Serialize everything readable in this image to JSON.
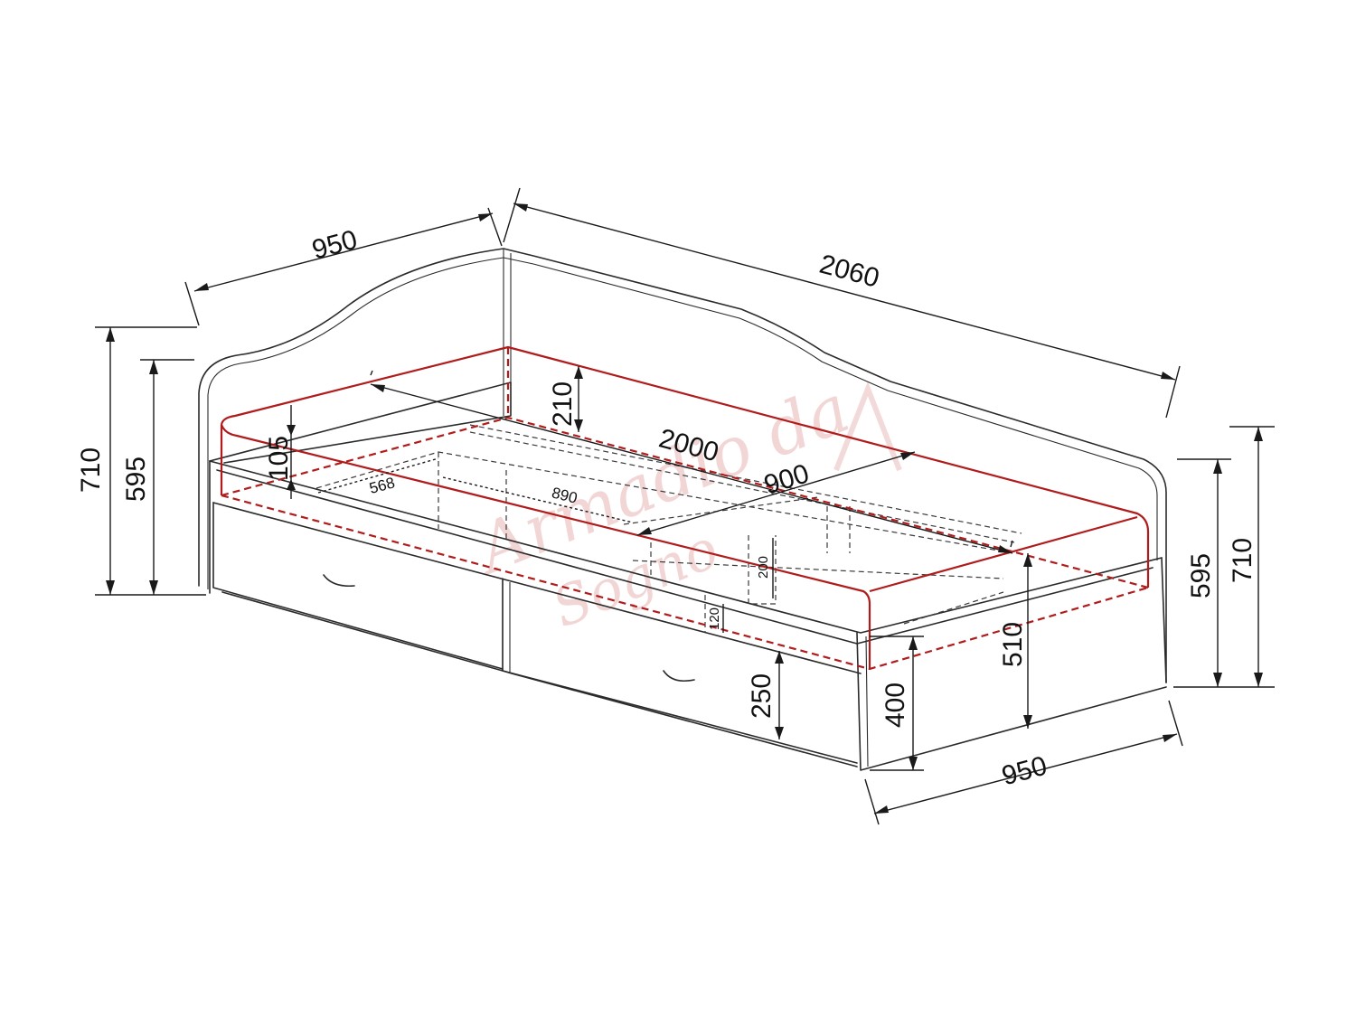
{
  "dimensions": {
    "headboard_width": "950",
    "total_length": "2060",
    "left_total_height": "710",
    "left_side_height": "595",
    "guard_height": "210",
    "mattress_thickness": "105",
    "mattress_length": "2000",
    "mattress_width": "900",
    "drawer_depth": "568",
    "drawer_length": "890",
    "support_height": "200",
    "support_low_height": "120",
    "drawer_height": "250",
    "side_height": "400",
    "bed_height": "510",
    "right_side_height": "595",
    "right_total_height": "710",
    "footboard_width": "950"
  },
  "watermark": {
    "brand": "Armadio da",
    "line2": "Sogno"
  },
  "colors": {
    "mattress_outline": "#b01c1c",
    "linework": "#2b2b2b"
  }
}
